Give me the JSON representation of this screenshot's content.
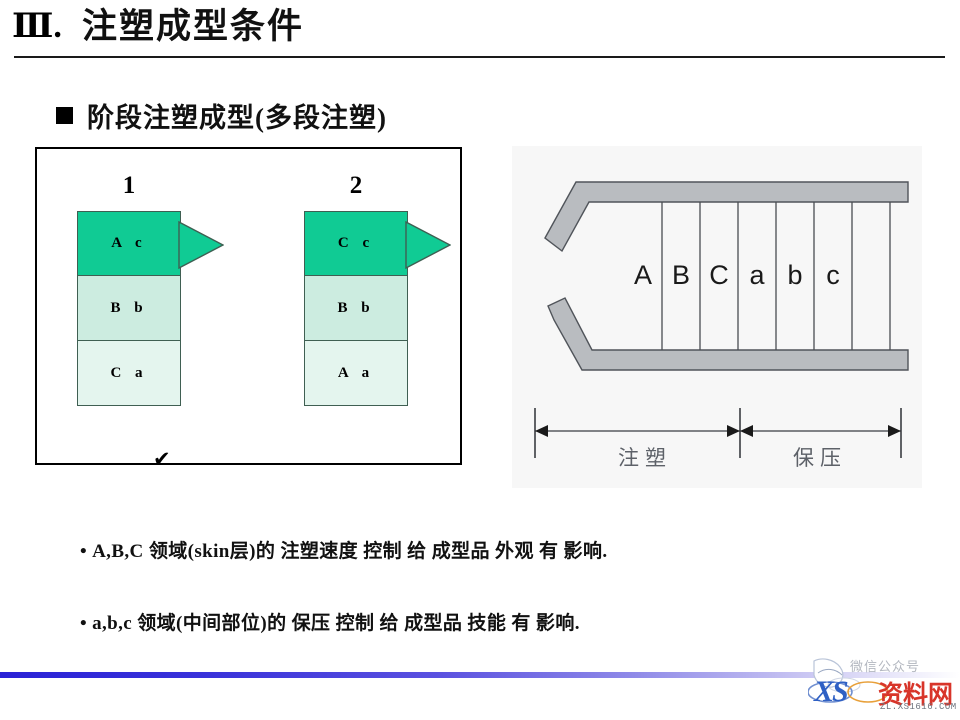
{
  "slide": {
    "title_numeral": "Ⅲ.",
    "title_text": "注塑成型条件",
    "subheading": "阶段注塑成型(多段注塑)"
  },
  "left_diagram": {
    "columns": [
      {
        "number": "1",
        "selected": true,
        "check_glyph": "✔",
        "layers": [
          {
            "label": "A  c",
            "tone": "dark"
          },
          {
            "label": "B  b",
            "tone": "mid"
          },
          {
            "label": "C  a",
            "tone": "light"
          }
        ]
      },
      {
        "number": "2",
        "selected": false,
        "check_glyph": "",
        "layers": [
          {
            "label": "C  c",
            "tone": "dark"
          },
          {
            "label": "B  b",
            "tone": "mid"
          },
          {
            "label": "A  a",
            "tone": "light"
          }
        ]
      }
    ],
    "colors": {
      "dark": "#10cb94",
      "mid": "#ccece0",
      "light": "#e4f5ee",
      "border": "#3f5f52",
      "frame": "#000000"
    }
  },
  "right_diagram": {
    "zone_labels": [
      "A",
      "B",
      "C",
      "a",
      "b",
      "c"
    ],
    "dimension_left_label": "注塑",
    "dimension_right_label": "保压",
    "mold_color": "#b9bcc0",
    "background": "#f7f7f7"
  },
  "statements": [
    {
      "bullet": "•",
      "text": "A,B,C 领域(skin层)的 注塑速度 控制 给 成型品 外观 有 影响."
    },
    {
      "bullet": "•",
      "text": "a,b,c 领域(中间部位)的 保压 控制 给 成型品 技能 有 影响."
    }
  ],
  "watermark": {
    "top_text": "微信公众号",
    "logo_latin": "XS",
    "logo_cn": "资料网",
    "url": "ZL.XS1616.COM"
  },
  "accent_colors": {
    "rule_blue": "#2a22d6",
    "title_black": "#111111"
  }
}
